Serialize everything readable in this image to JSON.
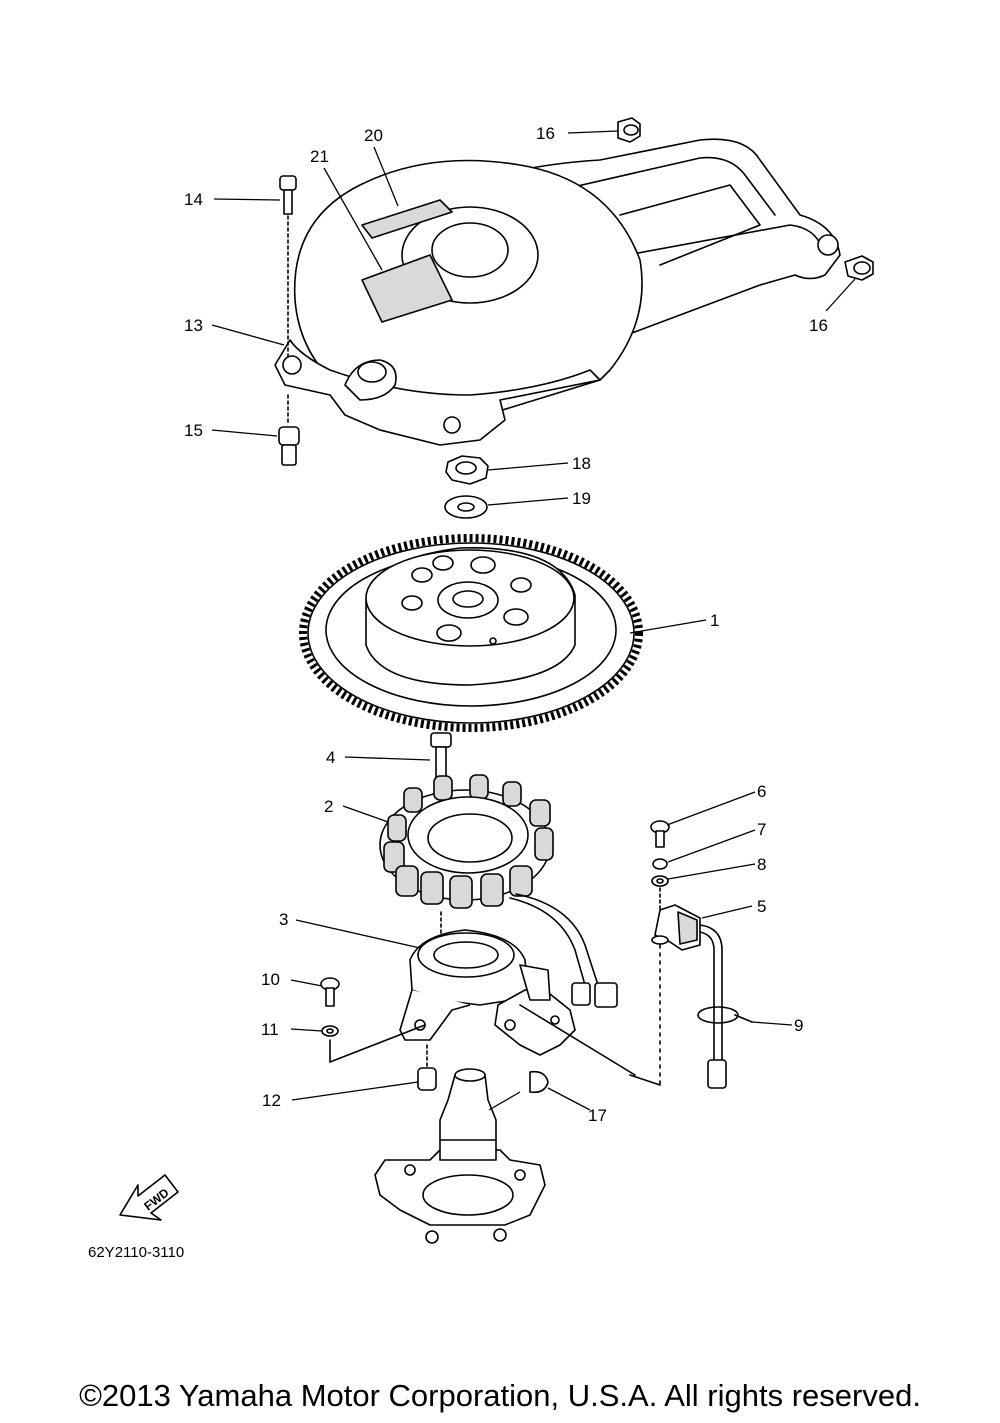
{
  "diagram": {
    "callouts": [
      "1",
      "2",
      "3",
      "4",
      "5",
      "6",
      "7",
      "8",
      "9",
      "10",
      "11",
      "12",
      "13",
      "14",
      "15",
      "16",
      "16",
      "17",
      "18",
      "19",
      "20",
      "21"
    ],
    "part_number": "62Y2110-3110",
    "fwd_label": "FWD"
  },
  "footer": {
    "copyright": "©2013 Yamaha Motor Corporation, U.S.A. All rights reserved."
  }
}
